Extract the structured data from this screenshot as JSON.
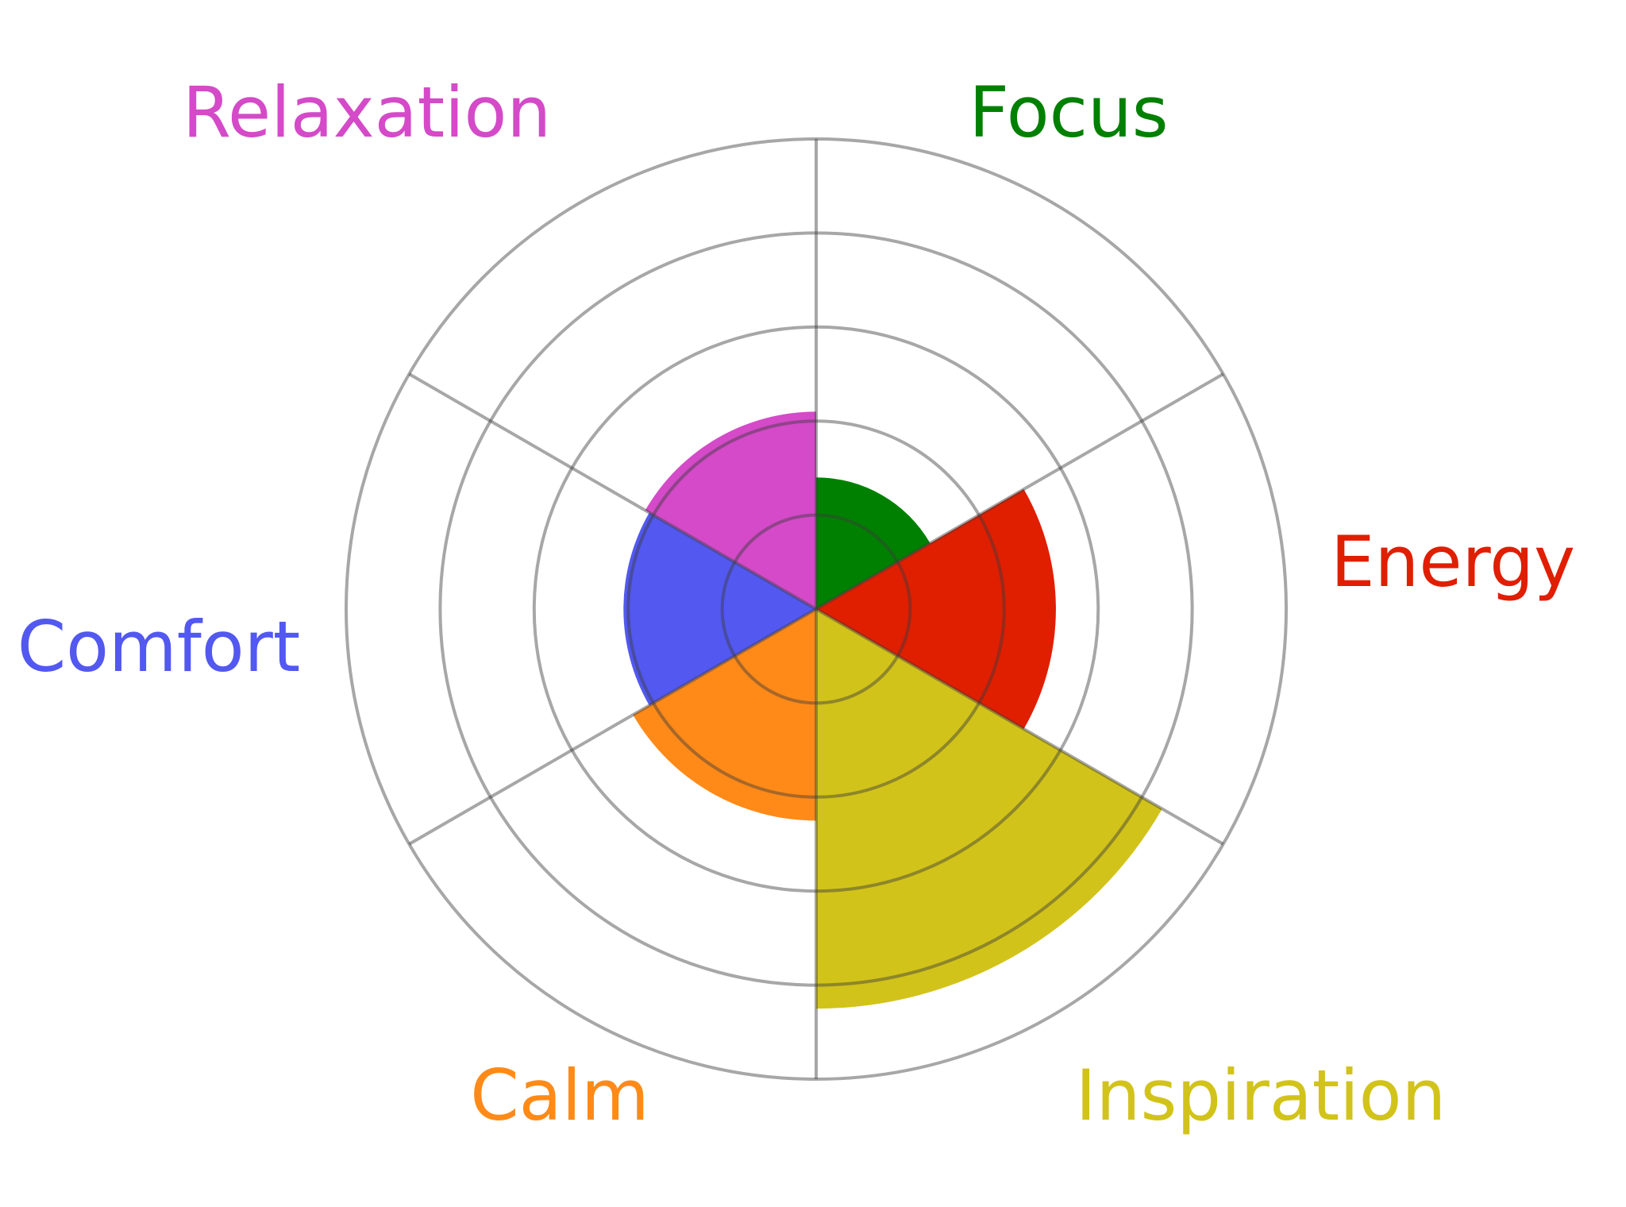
{
  "chart_data": {
    "type": "polar-bar",
    "title": "",
    "categories": [
      "Focus",
      "Energy",
      "Inspiration",
      "Calm",
      "Comfort",
      "Relaxation"
    ],
    "values": [
      1.4,
      2.55,
      4.25,
      2.25,
      2.05,
      2.1
    ],
    "colors": [
      "#008000",
      "#e01e00",
      "#d2c31a",
      "#ff8a18",
      "#5258f0",
      "#d44ac8"
    ],
    "rlim": [
      0,
      5
    ],
    "rings": [
      1,
      2,
      3,
      4,
      5
    ],
    "grid": true,
    "start_angle": "top",
    "direction": "clockwise"
  }
}
